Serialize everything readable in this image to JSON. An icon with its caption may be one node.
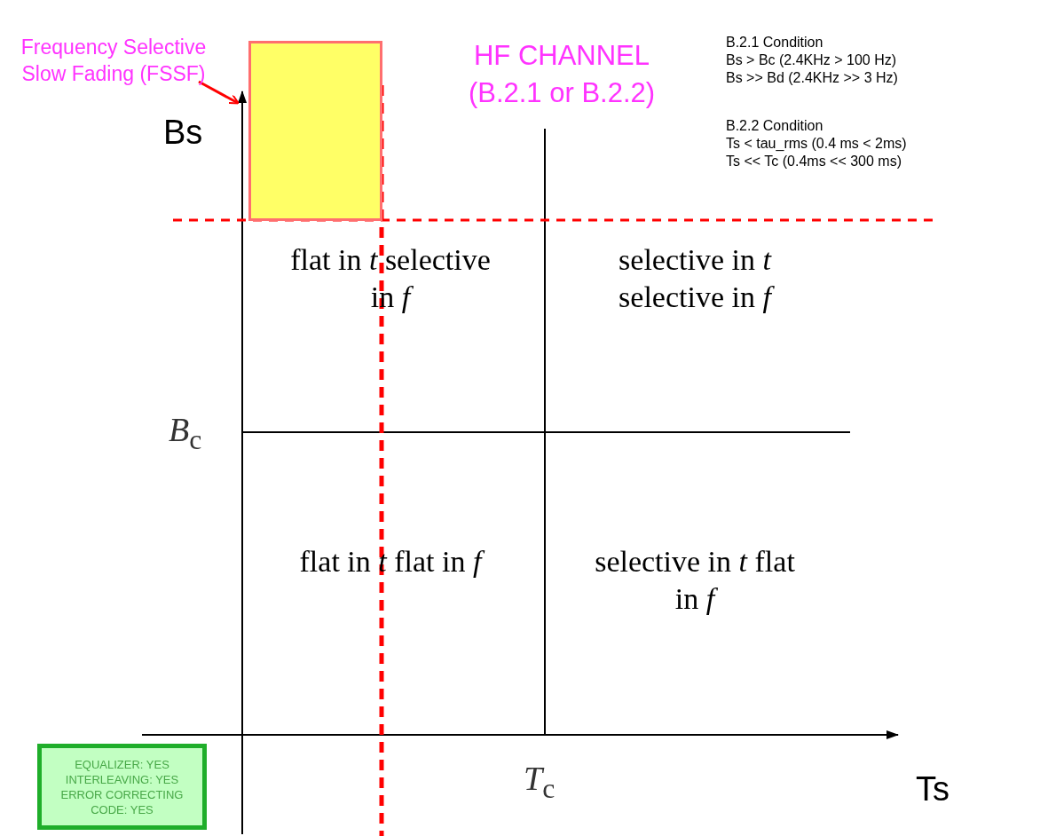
{
  "diagram": {
    "nodes": [
      {
        "text": [
          "Frequency Selective Slow Fading (FSSF)"
        ]
      },
      {
        "text": [],
        "shape": "box"
      },
      {
        "text": [
          "EQUALIZER: YES INTERLEAVING: YES ERROR CORRECTING CODE: YES"
        ]
      }
    ],
    "edges": [
      {
        "from": 0,
        "to": 1,
        "arrow": "to",
        "color": "#ff0000"
      }
    ],
    "labels": [
      "HF CHANNEL (B.2.1 or B.2.2)",
      "B.2.1 Condition",
      "Bs > Bc (2.4KHz > 100 Hz)",
      "Bs >> Bd (2.4KHz >> 3 Hz)",
      "B.2.2 Condition",
      "Ts < tau_rms (0.4 ms < 2ms)",
      "Ts << Tc (0.4ms << 300 ms)",
      "Bs",
      "flat in *t* selective in *f*",
      "selective in *t* selective in *f*",
      "*B*$_{c}$",
      "flat in *t* flat in *f*",
      "selective in *t* flat in *f*",
      "*T*$_{c}$",
      "Ts"
    ]
  }
}
